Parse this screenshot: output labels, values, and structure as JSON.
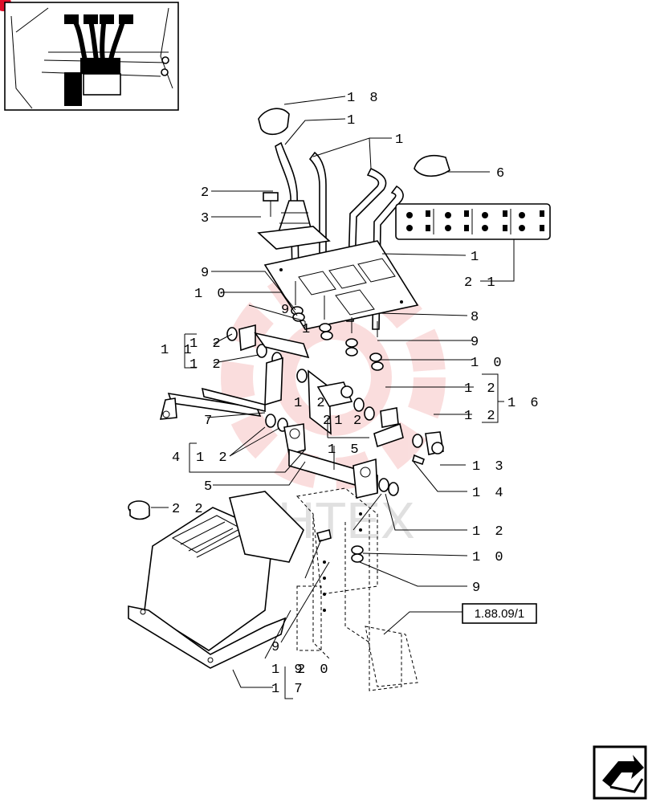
{
  "reference_box": "1.88.09/1",
  "watermark": "ИНТЕХ",
  "callouts": [
    {
      "id": "c18",
      "text": "1 8"
    },
    {
      "id": "c1a",
      "text": "1"
    },
    {
      "id": "c1b",
      "text": "1"
    },
    {
      "id": "c6",
      "text": "6"
    },
    {
      "id": "c2",
      "text": "2"
    },
    {
      "id": "c3",
      "text": "3"
    },
    {
      "id": "c1c",
      "text": "1"
    },
    {
      "id": "c21",
      "text": "2 1"
    },
    {
      "id": "c9a",
      "text": "9"
    },
    {
      "id": "c10a",
      "text": "1 0"
    },
    {
      "id": "c8",
      "text": "8"
    },
    {
      "id": "c9b",
      "text": "9"
    },
    {
      "id": "c10b",
      "text": "1 0"
    },
    {
      "id": "c9c",
      "text": "9"
    },
    {
      "id": "c1d",
      "text": "1"
    },
    {
      "id": "c11",
      "text": "1 1"
    },
    {
      "id": "c12a",
      "text": "1 2"
    },
    {
      "id": "c12b",
      "text": "1 2"
    },
    {
      "id": "c12c",
      "text": "1 2"
    },
    {
      "id": "c16",
      "text": "1 6"
    },
    {
      "id": "c12d",
      "text": "1 2"
    },
    {
      "id": "c12e",
      "text": "1 2"
    },
    {
      "id": "c21b",
      "text": "21"
    },
    {
      "id": "c2b",
      "text": "2"
    },
    {
      "id": "c7",
      "text": "7"
    },
    {
      "id": "c15",
      "text": "1 5"
    },
    {
      "id": "c4",
      "text": "4"
    },
    {
      "id": "c12f",
      "text": "1 2"
    },
    {
      "id": "c13",
      "text": "1 3"
    },
    {
      "id": "c14",
      "text": "1 4"
    },
    {
      "id": "c5",
      "text": "5"
    },
    {
      "id": "c22",
      "text": "2 2"
    },
    {
      "id": "c12g",
      "text": "1 2"
    },
    {
      "id": "c10c",
      "text": "1 0"
    },
    {
      "id": "c9d",
      "text": "9"
    },
    {
      "id": "c9e",
      "text": "9"
    },
    {
      "id": "c19",
      "text": "1 9"
    },
    {
      "id": "c20",
      "text": "2 0"
    },
    {
      "id": "c17",
      "text": "1 7"
    }
  ],
  "colors": {
    "ink": "#000000",
    "watermark": "#f2a0a0",
    "corner_badge": "#e0102a"
  }
}
